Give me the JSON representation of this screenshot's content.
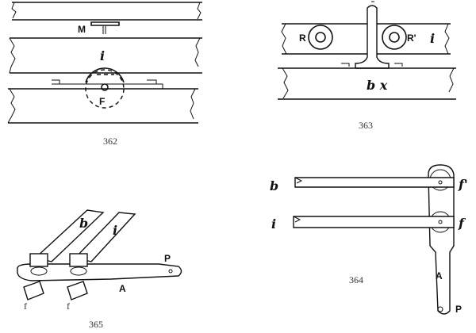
{
  "figures": {
    "fig362": {
      "number": "362",
      "labels": {
        "M": "M",
        "i": "i",
        "F": "F"
      }
    },
    "fig363": {
      "number": "363",
      "labels": {
        "R": "R",
        "R_prime": "R'",
        "i": "i",
        "bx": "b x"
      }
    },
    "fig364": {
      "number": "364",
      "labels": {
        "b": "b",
        "i": "i",
        "f_prime": "f'",
        "f": "f",
        "A": "A",
        "P": "P"
      }
    },
    "fig365": {
      "number": "365",
      "labels": {
        "b": "b",
        "i": "i",
        "P": "P",
        "A": "A",
        "f1": "f",
        "f2": "f"
      }
    }
  }
}
